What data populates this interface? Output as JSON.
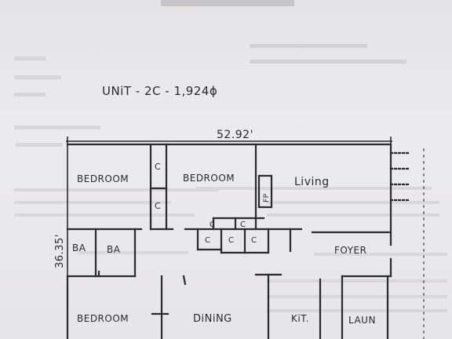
{
  "header": {
    "unit_label": "UNiT - 2C - 1,924ɸ"
  },
  "dimensions": {
    "width": "52.92'",
    "height": "36.35'"
  },
  "rooms": {
    "bedroom_top_left": "BEDROOM",
    "bedroom_top_center": "BEDROOM",
    "living": "Living",
    "bath_left": "BA",
    "bath_right": "BA",
    "foyer": "FOYER",
    "bedroom_bottom_left": "BEDROOM",
    "dining": "DiNiNG",
    "kitchen": "KiT.",
    "laundry": "LAUN"
  },
  "closets": {
    "c1": "C",
    "c2": "C",
    "c3": "C",
    "c4": "C",
    "c5": "C",
    "c6": "C",
    "c7": "C"
  },
  "fireplace": "FP",
  "colors": {
    "ink": "#2a2a2c",
    "paper": "#e9e8ea",
    "bleed": "#b9b8bf"
  }
}
